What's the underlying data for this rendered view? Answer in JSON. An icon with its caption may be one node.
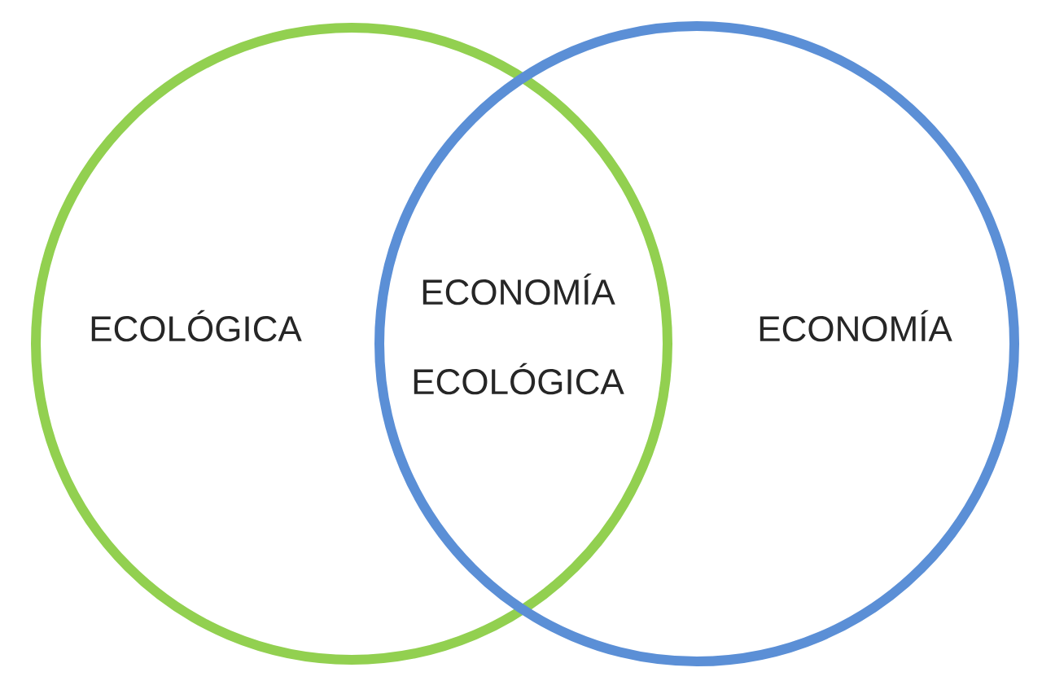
{
  "diagram": {
    "nodes": [
      {
        "text": [
          "ECOLÓGICA"
        ]
      },
      {
        "text": [
          "ECONOMÍA"
        ]
      }
    ],
    "labels": [
      "ECONOMÍA ECOLÓGICA"
    ]
  }
}
